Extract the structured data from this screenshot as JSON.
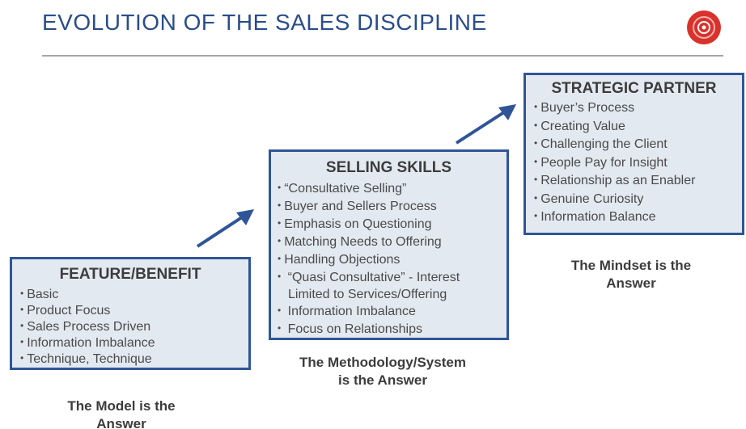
{
  "header": {
    "title": "EVOLUTION OF THE SALES DISCIPLINE",
    "logo_icon": "target-logo-icon",
    "accent_color": "#2f5597",
    "logo_color": "#d9312b"
  },
  "boxes": {
    "feature": {
      "title": "FEATURE/BENEFIT",
      "items": [
        "Basic",
        "Product Focus",
        "Sales Process Driven",
        "Information Imbalance",
        "Technique, Technique"
      ],
      "caption_line1": "The Model is the",
      "caption_line2": "Answer"
    },
    "skills": {
      "title": "SELLING SKILLS",
      "items": [
        "“Consultative Selling”",
        "Buyer and Sellers Process",
        "Emphasis on Questioning",
        "Matching Needs to Offering",
        "Handling Objections"
      ],
      "item6_line1": " “Quasi Consultative” - Interest",
      "item6_line2": "Limited to Services/Offering",
      "items_after": [
        " Information Imbalance",
        " Focus on Relationships"
      ],
      "caption_line1": "The Methodology/System",
      "caption_line2": "is the Answer"
    },
    "partner": {
      "title": "STRATEGIC PARTNER",
      "items": [
        "Buyer’s Process",
        "Creating Value",
        "Challenging the Client",
        "People Pay for Insight",
        "Relationship as an Enabler",
        "Genuine Curiosity",
        "Information Balance"
      ],
      "caption_line1": "The Mindset is the",
      "caption_line2": "Answer"
    }
  }
}
